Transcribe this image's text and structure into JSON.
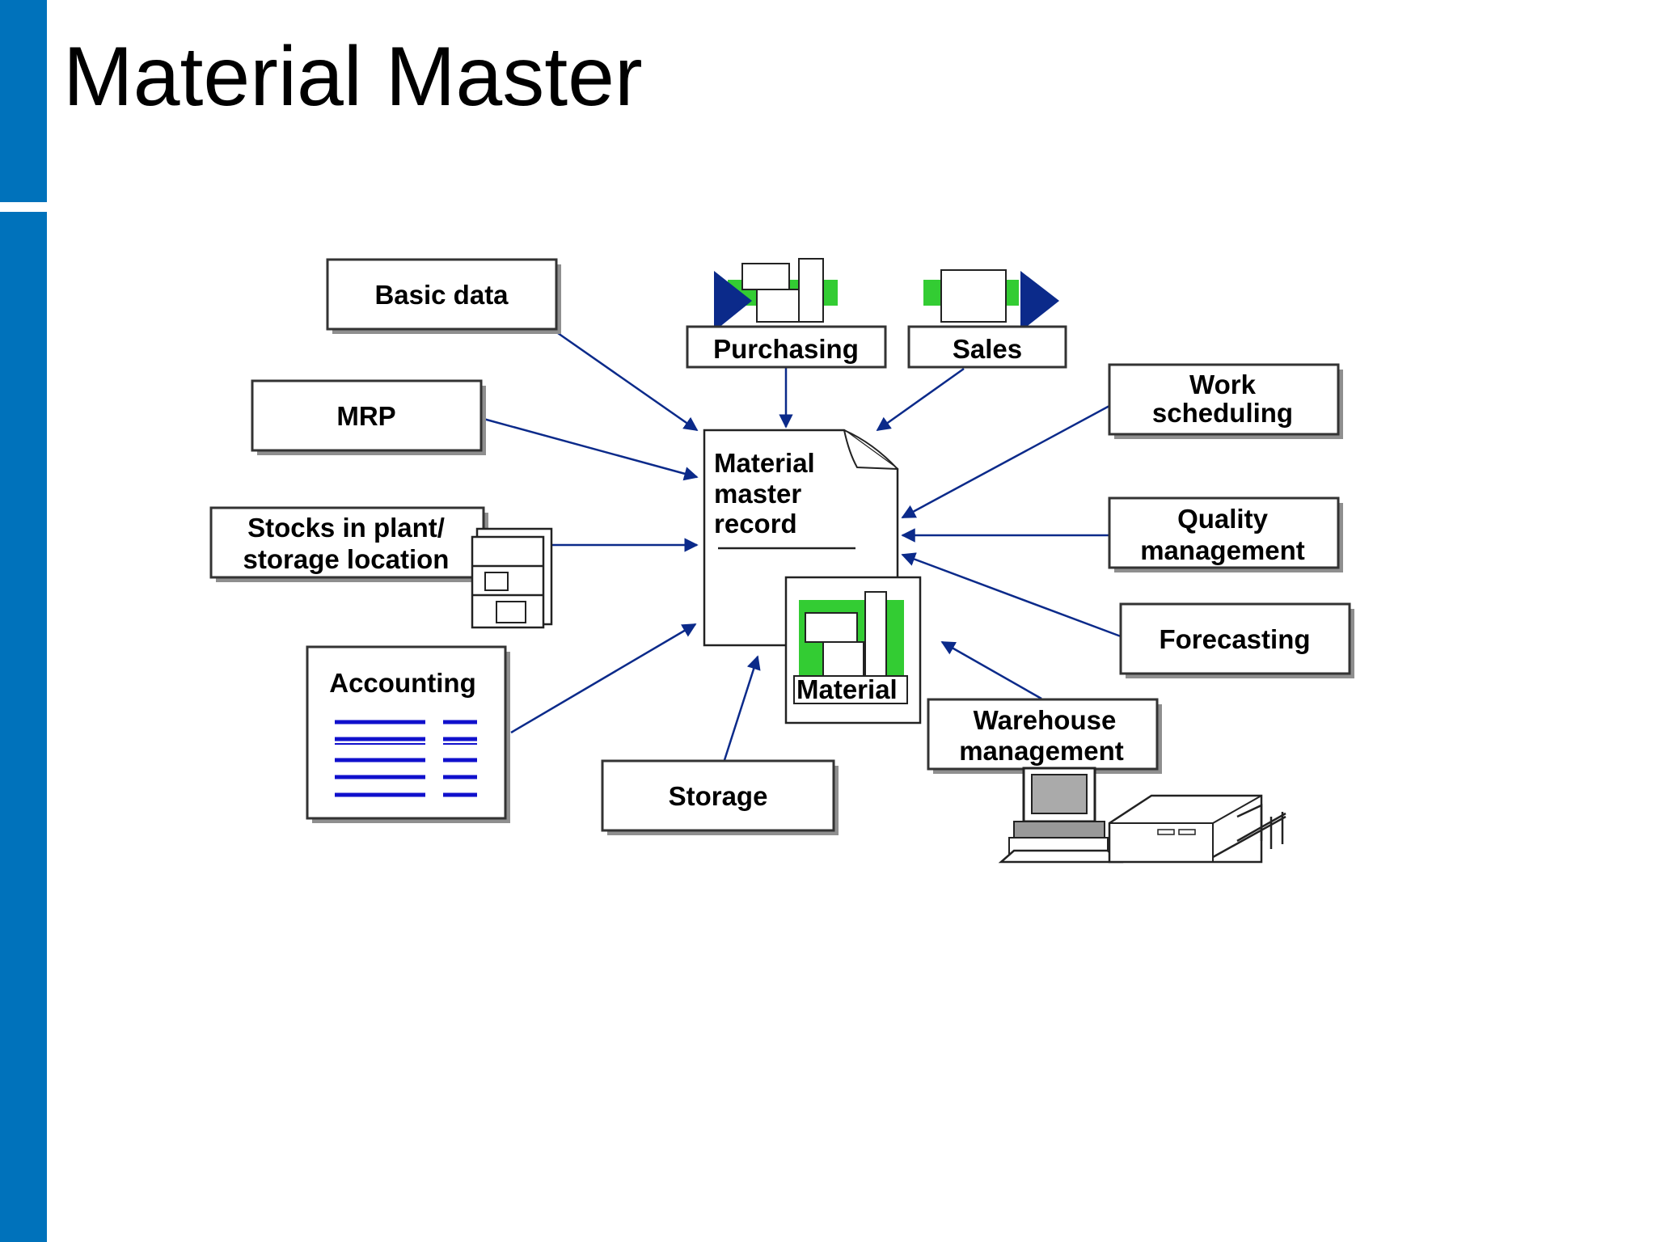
{
  "slide": {
    "title": "Material Master",
    "accent_color": "#0072bb"
  },
  "center": {
    "line1": "Material",
    "line2": "master",
    "line3": "record",
    "material_label": "Material"
  },
  "nodes": {
    "basic_data": "Basic data",
    "mrp": "MRP",
    "stocks_line1": "Stocks in plant/",
    "stocks_line2": "storage location",
    "accounting": "Accounting",
    "storage": "Storage",
    "purchasing": "Purchasing",
    "sales": "Sales",
    "work_line1": "Work",
    "work_line2": "scheduling",
    "quality_line1": "Quality",
    "quality_line2": "management",
    "forecasting": "Forecasting",
    "warehouse_line1": "Warehouse",
    "warehouse_line2": "management"
  },
  "colors": {
    "arrow": "#0b2a8a",
    "green": "#33cc33",
    "navy": "#0b2a8a",
    "accounting_lines": "#1010cc"
  }
}
